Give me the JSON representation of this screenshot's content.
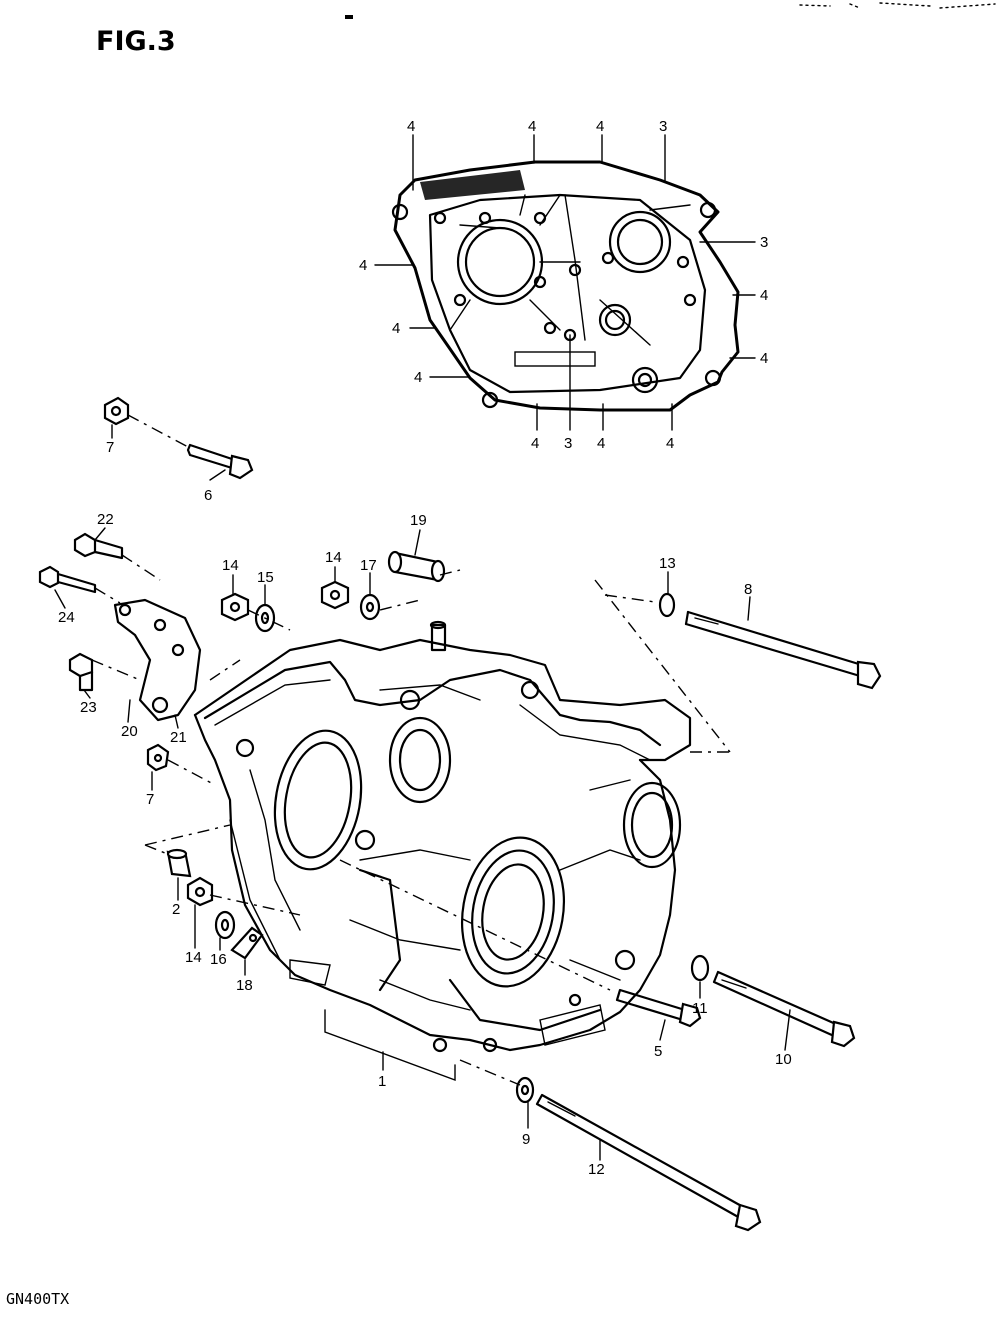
{
  "header": {
    "title": "FIG.3"
  },
  "footer": {
    "model": "GN400TX"
  },
  "callouts": [
    {
      "id": "c4a",
      "label": "4"
    },
    {
      "id": "c4b",
      "label": "4"
    },
    {
      "id": "c4c",
      "label": "4"
    },
    {
      "id": "c3a",
      "label": "3"
    },
    {
      "id": "c3b",
      "label": "3"
    },
    {
      "id": "c4d",
      "label": "4"
    },
    {
      "id": "c4e",
      "label": "4"
    },
    {
      "id": "c4f",
      "label": "4"
    },
    {
      "id": "c4g",
      "label": "4"
    },
    {
      "id": "c4h",
      "label": "4"
    },
    {
      "id": "c4i",
      "label": "4"
    },
    {
      "id": "c4j",
      "label": "4"
    },
    {
      "id": "c3c",
      "label": "3"
    },
    {
      "id": "c4k",
      "label": "4"
    },
    {
      "id": "c4l",
      "label": "4"
    },
    {
      "id": "c7a",
      "label": "7"
    },
    {
      "id": "c6",
      "label": "6"
    },
    {
      "id": "c22",
      "label": "22"
    },
    {
      "id": "c24",
      "label": "24"
    },
    {
      "id": "c23",
      "label": "23"
    },
    {
      "id": "c20",
      "label": "20"
    },
    {
      "id": "c21",
      "label": "21"
    },
    {
      "id": "c14a",
      "label": "14"
    },
    {
      "id": "c15",
      "label": "15"
    },
    {
      "id": "c14b",
      "label": "14"
    },
    {
      "id": "c17",
      "label": "17"
    },
    {
      "id": "c19",
      "label": "19"
    },
    {
      "id": "c13",
      "label": "13"
    },
    {
      "id": "c8",
      "label": "8"
    },
    {
      "id": "c7b",
      "label": "7"
    },
    {
      "id": "c2",
      "label": "2"
    },
    {
      "id": "c14c",
      "label": "14"
    },
    {
      "id": "c16",
      "label": "16"
    },
    {
      "id": "c18",
      "label": "18"
    },
    {
      "id": "c1",
      "label": "1"
    },
    {
      "id": "c11",
      "label": "11"
    },
    {
      "id": "c5",
      "label": "5"
    },
    {
      "id": "c10",
      "label": "10"
    },
    {
      "id": "c9",
      "label": "9"
    },
    {
      "id": "c12",
      "label": "12"
    }
  ]
}
